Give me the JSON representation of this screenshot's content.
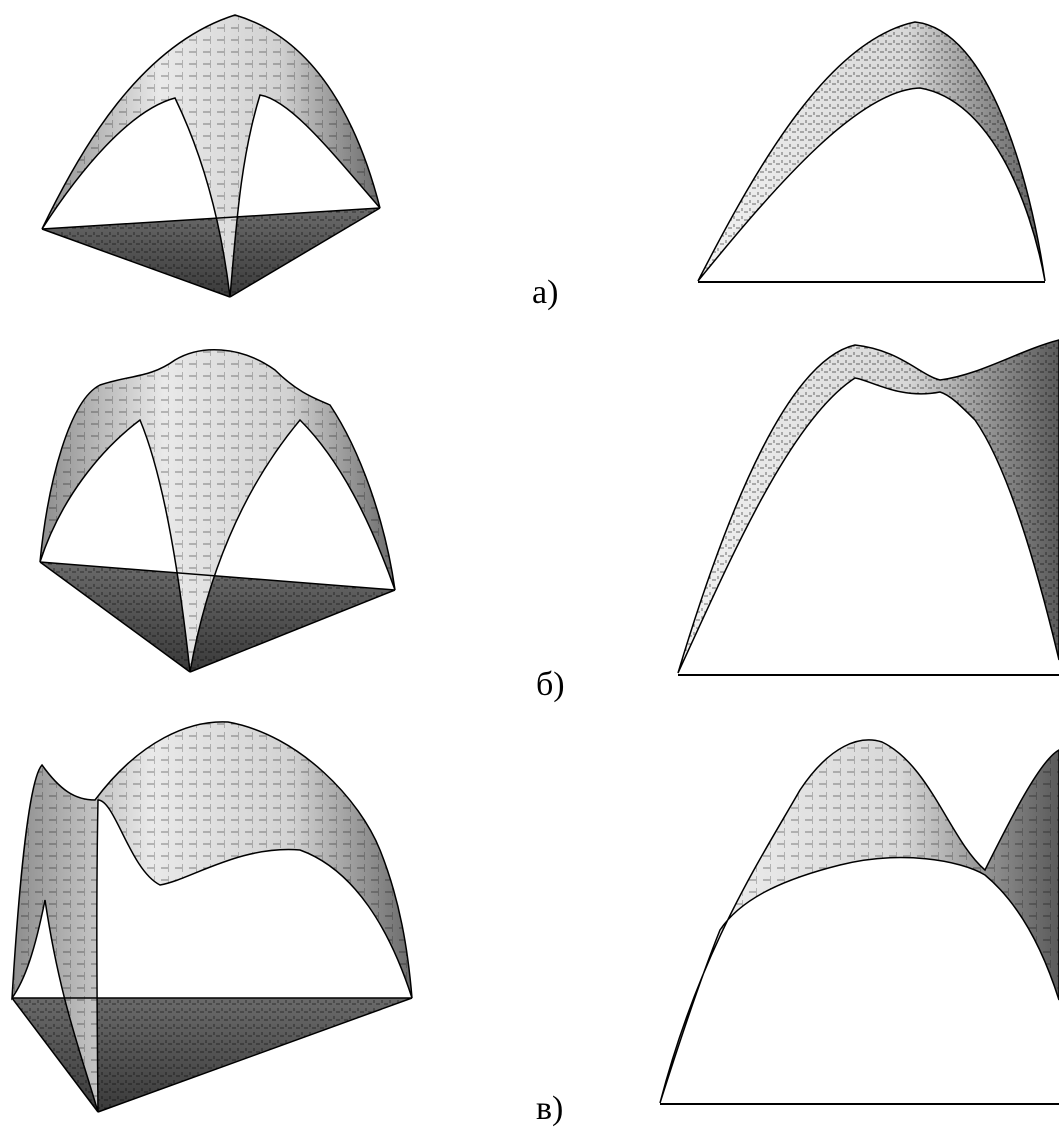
{
  "figure": {
    "panels": [
      {
        "id": "a",
        "label": "а)"
      },
      {
        "id": "b",
        "label": "б)"
      },
      {
        "id": "c",
        "label": "в)"
      }
    ],
    "colors": {
      "surface_light": "#f4f4f4",
      "surface_mid": "#bdbdbd",
      "surface_dark": "#3a3a3a",
      "base": "#555555",
      "line": "#000000"
    }
  }
}
